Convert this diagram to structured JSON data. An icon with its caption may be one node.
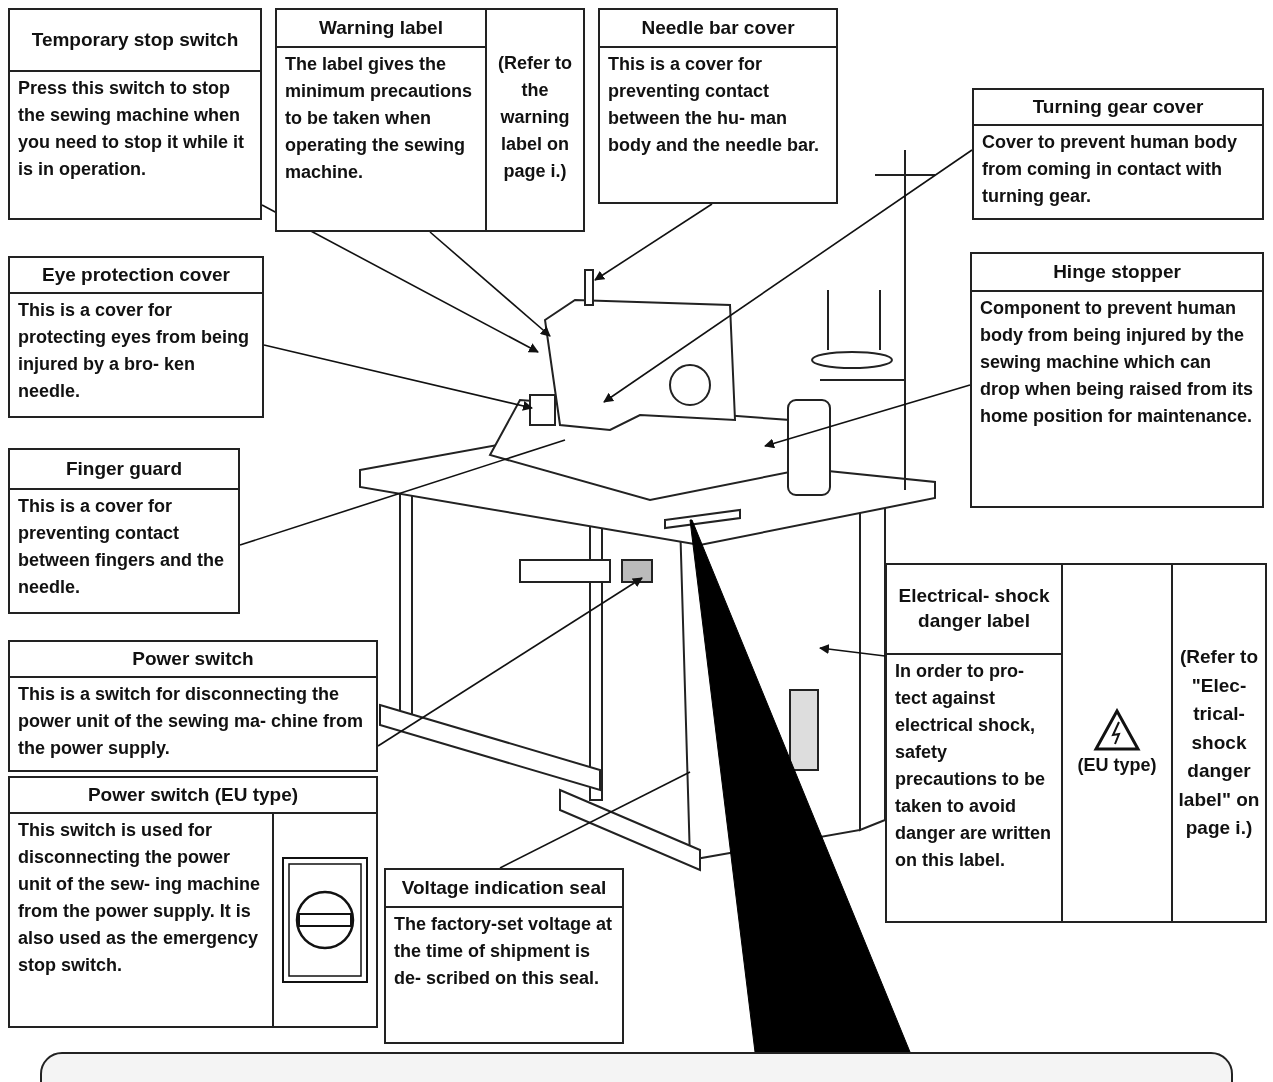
{
  "diagram": {
    "nodes": [
      {
        "text": [
          "Temporary stop switch",
          "Press this switch to stop the sewing machine when you need to stop it while it is in operation."
        ]
      },
      {
        "text": [
          "Warning label",
          "The label gives the minimum precautions to be taken when operating the sewing machine.",
          "(Refer to the warning label on page i.)"
        ]
      },
      {
        "text": [
          "Needle bar cover",
          "This is a cover for preventing contact between the hu- man body and the needle bar."
        ]
      },
      {
        "text": [
          "Turning gear cover",
          "Cover to prevent human body from coming in contact with turning gear."
        ]
      },
      {
        "text": [
          "Eye protection cover",
          "This is a cover for protecting eyes from being injured by a bro- ken needle."
        ]
      },
      {
        "text": [
          "Hinge stopper",
          "Component to prevent human body from being injured by the sewing machine which can drop when being raised from its home position for maintenance."
        ]
      },
      {
        "text": [
          "Finger guard",
          "This is a cover for preventing contact between fingers and the needle."
        ]
      },
      {
        "text": [
          "Electrical- shock danger label",
          "In order to pro- tect against electrical shock, safety precautions to be taken to avoid danger are written on this label.",
          "(EU type)",
          "(Refer to \"Elec- trical- shock danger label\" on page i.)"
        ]
      },
      {
        "text": [
          "Power switch",
          "This is a switch for disconnecting the power unit of the sewing ma- chine from the power supply."
        ]
      },
      {
        "text": [
          "Power switch (EU type)",
          "This switch is used for disconnecting the power unit of the sew- ing machine from the power supply. It is also used as the emergency stop switch."
        ]
      },
      {
        "text": [
          "Voltage indication seal",
          "The factory-set voltage at the time of shipment is de- scribed on this seal."
        ]
      },
      {
        "text": [],
        "shape": "box"
      }
    ],
    "edges": [
      {
        "from": 0,
        "to": null,
        "arrow": "to"
      },
      {
        "from": 1,
        "to": null,
        "arrow": "to"
      },
      {
        "from": 2,
        "to": null,
        "arrow": "to"
      },
      {
        "from": 3,
        "to": null,
        "arrow": "to"
      },
      {
        "from": 4,
        "to": null,
        "arrow": "to"
      },
      {
        "from": 5,
        "to": null,
        "arrow": "to"
      },
      {
        "from": 6,
        "to": null,
        "arrow": "none"
      },
      {
        "from": 7,
        "to": null,
        "arrow": "to"
      },
      {
        "from": 8,
        "to": null,
        "arrow": "to"
      },
      {
        "from": 10,
        "to": null,
        "arrow": "none"
      },
      {
        "from": 11,
        "to": null,
        "arrow": "to",
        "style": "thick"
      }
    ]
  }
}
